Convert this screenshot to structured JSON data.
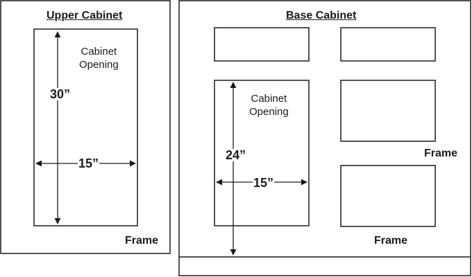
{
  "upper_cabinet": {
    "title": "Upper Cabinet",
    "opening_label_line1": "Cabinet",
    "opening_label_line2": "Opening",
    "height_dimension": "30”",
    "width_dimension": "15”",
    "frame_label": "Frame"
  },
  "base_cabinet": {
    "title": "Base Cabinet",
    "opening_label_line1": "Cabinet",
    "opening_label_line2": "Opening",
    "height_dimension": "24”",
    "width_dimension": "15”",
    "frame_label_right": "Frame",
    "frame_label_bottom": "Frame"
  }
}
